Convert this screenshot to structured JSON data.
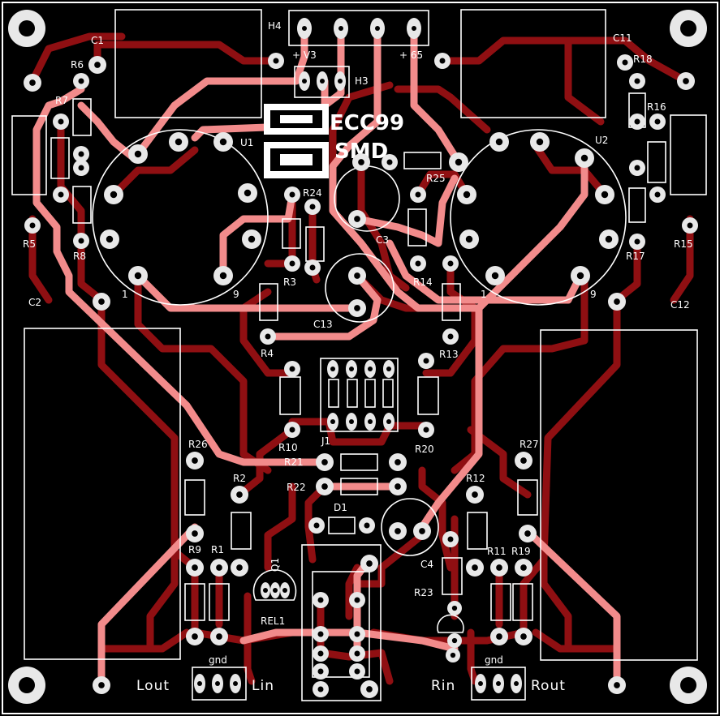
{
  "board": {
    "title_line1": "ECC99",
    "title_line2": "SMD",
    "colors": {
      "background": "#000000",
      "bottom_copper": "#8f0f12",
      "top_copper": "#f28b8b",
      "silkscreen": "#ffffff",
      "pads": "#e8e8e8"
    }
  },
  "labels": {
    "H4": "H4",
    "H3": "H3",
    "V3": "+ V3",
    "V65": "+ 65",
    "C1": "C1",
    "C11": "C11",
    "C2": "C2",
    "C12": "C12",
    "C3": "C3",
    "C4": "C4",
    "C13": "C13",
    "U1": "U1",
    "U2": "U2",
    "U1_pin1": "1",
    "U1_pin9": "9",
    "U2_pin1": "1",
    "U2_pin9": "9",
    "R1": "R1",
    "R2": "R2",
    "R3": "R3",
    "R4": "R4",
    "R5": "R5",
    "R6": "R6",
    "R7": "R7",
    "R8": "R8",
    "R9": "R9",
    "R10": "R10",
    "R11": "R11",
    "R12": "R12",
    "R13": "R13",
    "R14": "R14",
    "R15": "R15",
    "R16": "R16",
    "R17": "R17",
    "R18": "R18",
    "R19": "R19",
    "R20": "R20",
    "R21": "R21",
    "R22": "R22",
    "R23": "R23",
    "R24": "R24",
    "R25": "R25",
    "R26": "R26",
    "R27": "R27",
    "J1": "J1",
    "D1": "D1",
    "REL1": "REL1",
    "Q1": "Q1",
    "Lout": "Lout",
    "Lin": "Lin",
    "Rin": "Rin",
    "Rout": "Rout",
    "gnd": "gnd",
    "gnd2": "gnd"
  }
}
